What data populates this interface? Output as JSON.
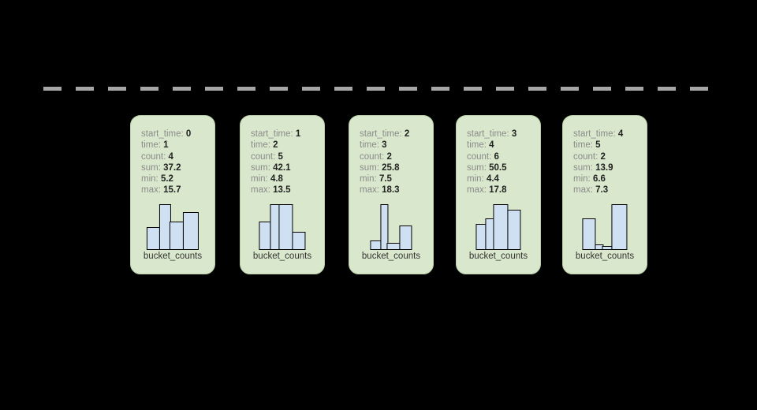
{
  "background_color": "#000000",
  "divider": {
    "name": "dashed-divider",
    "color": "#a6a6a6",
    "style": "dashed"
  },
  "theme": {
    "card_fill": "#d9e8cc",
    "card_border": "#b9cfa8",
    "bar_fill": "#cfe0f3",
    "bar_stroke": "#000000",
    "key_color": "#8a8a8a",
    "value_color": "#222222"
  },
  "chart_data": {
    "type": "bar",
    "title": "",
    "xlabel": "",
    "ylabel": "",
    "legend": [],
    "grid": false,
    "histogram_label": "bucket_counts",
    "field_keys": [
      "start_time",
      "time",
      "count",
      "sum",
      "min",
      "max"
    ],
    "series": [
      {
        "name": "bucket_counts",
        "categories": [
          "0",
          "1",
          "2",
          "3",
          "4"
        ],
        "values": [
          4,
          5,
          2,
          6,
          2
        ]
      }
    ]
  },
  "cards": [
    {
      "fields": [
        {
          "key": "start_time:",
          "value": "0"
        },
        {
          "key": "time:",
          "value": "1"
        },
        {
          "key": "count:",
          "value": "4"
        },
        {
          "key": "sum:",
          "value": "37.2"
        },
        {
          "key": "min:",
          "value": "5.2"
        },
        {
          "key": "max:",
          "value": "15.7"
        }
      ],
      "histogram": {
        "label": "bucket_counts",
        "bucket_counts": [
          20,
          40,
          25,
          33
        ],
        "bar_widths": [
          17,
          15,
          18,
          20
        ]
      }
    },
    {
      "fields": [
        {
          "key": "start_time:",
          "value": "1"
        },
        {
          "key": "time:",
          "value": "2"
        },
        {
          "key": "count:",
          "value": "5"
        },
        {
          "key": "sum:",
          "value": "42.1"
        },
        {
          "key": "min:",
          "value": "4.8"
        },
        {
          "key": "max:",
          "value": "13.5"
        }
      ],
      "histogram": {
        "label": "bucket_counts",
        "bucket_counts": [
          25,
          40,
          40,
          16
        ],
        "bar_widths": [
          15,
          13,
          18,
          17
        ]
      }
    },
    {
      "fields": [
        {
          "key": "start_time:",
          "value": "2"
        },
        {
          "key": "time:",
          "value": "3"
        },
        {
          "key": "count:",
          "value": "2"
        },
        {
          "key": "sum:",
          "value": "25.8"
        },
        {
          "key": "min:",
          "value": "7.5"
        },
        {
          "key": "max:",
          "value": "18.3"
        }
      ],
      "histogram": {
        "label": "bucket_counts",
        "bucket_counts": [
          9,
          45,
          7,
          24
        ],
        "bar_widths": [
          14,
          10,
          17,
          16
        ]
      }
    },
    {
      "fields": [
        {
          "key": "start_time:",
          "value": "3"
        },
        {
          "key": "time:",
          "value": "4"
        },
        {
          "key": "count:",
          "value": "6"
        },
        {
          "key": "sum:",
          "value": "50.5"
        },
        {
          "key": "min:",
          "value": "4.4"
        },
        {
          "key": "max:",
          "value": "17.8"
        }
      ],
      "histogram": {
        "label": "bucket_counts",
        "bucket_counts": [
          25,
          30,
          44,
          39
        ],
        "bar_widths": [
          13,
          12,
          19,
          17
        ]
      }
    },
    {
      "fields": [
        {
          "key": "start_time:",
          "value": "4"
        },
        {
          "key": "time:",
          "value": "5"
        },
        {
          "key": "count:",
          "value": "2"
        },
        {
          "key": "sum:",
          "value": "13.9"
        },
        {
          "key": "min:",
          "value": "6.6"
        },
        {
          "key": "max:",
          "value": "7.3"
        }
      ],
      "histogram": {
        "label": "bucket_counts",
        "bucket_counts": [
          30,
          5,
          4,
          44
        ],
        "bar_widths": [
          17,
          11,
          13,
          20
        ]
      }
    }
  ]
}
